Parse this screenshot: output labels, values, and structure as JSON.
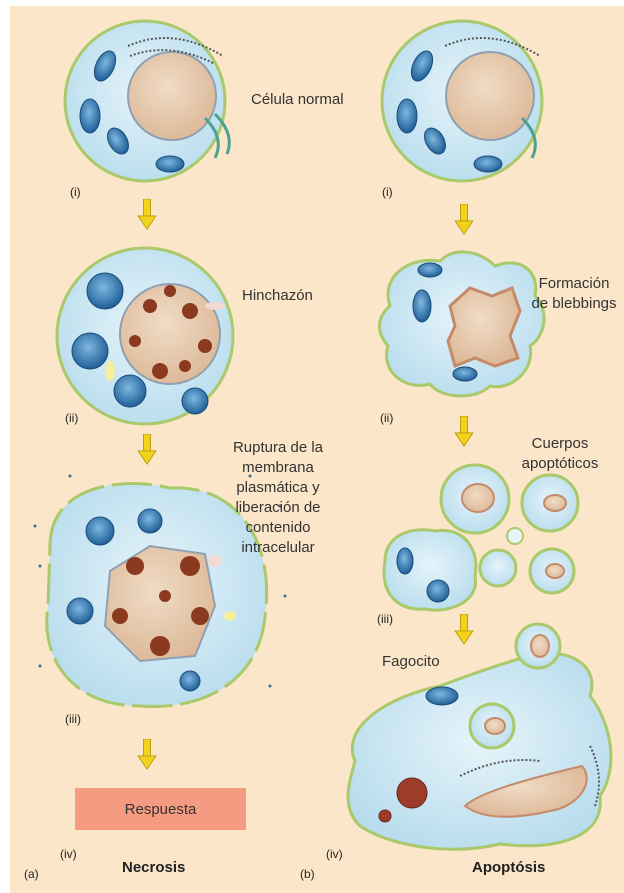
{
  "labels": {
    "normal_cell": "Célula normal",
    "swelling": "Hinchazón",
    "rupture": [
      "Ruptura de la",
      "membrana",
      "plasmática y",
      "liberación de",
      "contenido",
      "intracelular"
    ],
    "blebbing": [
      "Formación",
      "de blebbings"
    ],
    "apoptotic_bodies": [
      "Cuerpos",
      "apoptóticos"
    ],
    "phagocyte": "Fagocito",
    "response": "Respuesta",
    "necrosis": "Necrosis",
    "apoptosis": "Apoptósis",
    "panel_a": "(a)",
    "panel_b": "(b)"
  },
  "steps": {
    "i": "(i)",
    "ii": "(ii)",
    "iii": "(iii)",
    "iv": "(iv)"
  },
  "colors": {
    "background": "#fbe6c9",
    "cytoplasm": "#cfe8f3",
    "membrane": "#a9c96a",
    "nucleus": "#e8cdb2",
    "chromatin": "#8b3a20",
    "mitochondria": "#2f79b5",
    "arrow": "#f2d21a",
    "response_box": "#f59b82"
  }
}
